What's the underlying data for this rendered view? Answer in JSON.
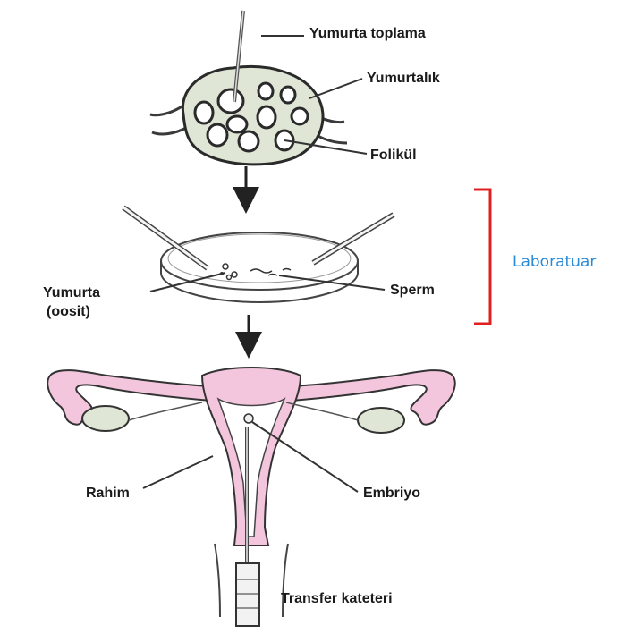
{
  "labels": {
    "egg_retrieval": "Yumurta toplama",
    "ovary": "Yumurtalık",
    "follicle": "Folikül",
    "egg_line1": "Yumurta",
    "egg_line2": "(oosit)",
    "sperm": "Sperm",
    "laboratory": "Laboratuar",
    "uterus": "Rahim",
    "embryo": "Embriyo",
    "transfer_catheter": "Transfer kateteri"
  },
  "colors": {
    "line": "#3a3a3a",
    "ovary_fill": "#dfe6d5",
    "uterus_fill": "#f4c6dd",
    "bracket": "#e02020",
    "lab_text": "#2a8ad6"
  }
}
